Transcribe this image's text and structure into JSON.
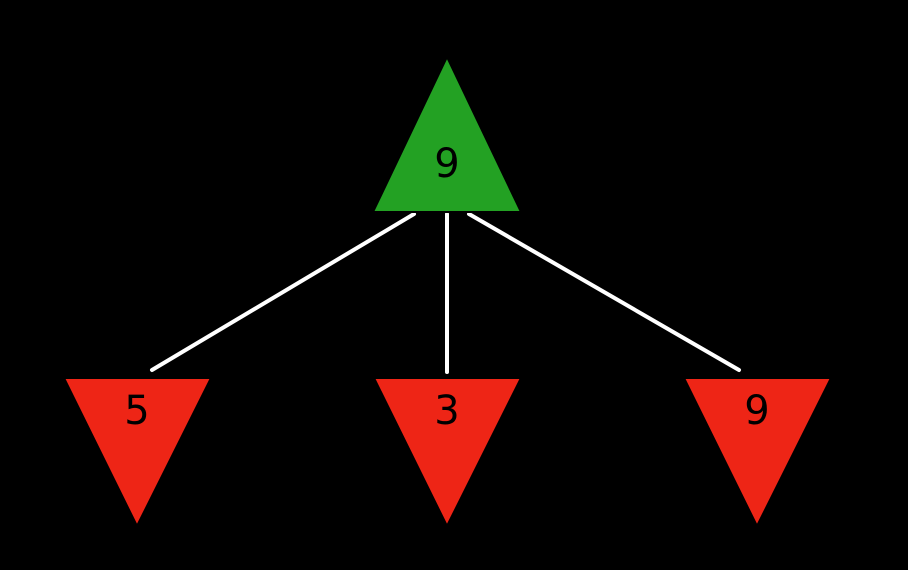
{
  "diagram": {
    "background_color": "#000000",
    "edge_color": "#ffffff",
    "text_color": "#000000",
    "root": {
      "shape": "triangle-up",
      "color": "#23a123",
      "value": "9"
    },
    "children": [
      {
        "shape": "triangle-down",
        "color": "#ee2516",
        "value": "5"
      },
      {
        "shape": "triangle-down",
        "color": "#ee2516",
        "value": "3"
      },
      {
        "shape": "triangle-down",
        "color": "#ee2516",
        "value": "9"
      }
    ]
  }
}
